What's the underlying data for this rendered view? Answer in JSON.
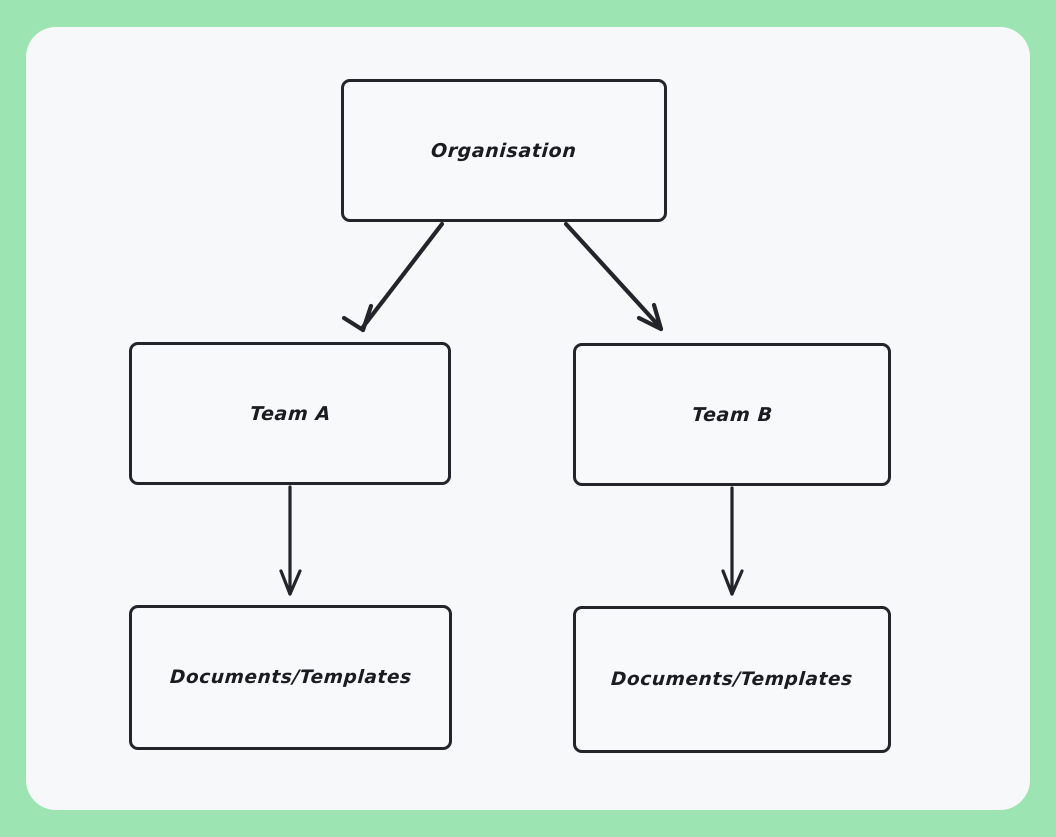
{
  "page": {
    "title": "Organisation structure diagram",
    "background_color": "#9ce5b2",
    "canvas_color": "#f7f8fa",
    "stroke_color": "#23252a",
    "text_color": "#1b1c1f"
  },
  "diagram": {
    "type": "flowchart",
    "orientation": "top-down",
    "nodes": [
      {
        "id": "org",
        "label": "Organisation",
        "level": 0
      },
      {
        "id": "teama",
        "label": "Team A",
        "level": 1
      },
      {
        "id": "teamb",
        "label": "Team B",
        "level": 1
      },
      {
        "id": "doca",
        "label": "Documents/Templates",
        "level": 2
      },
      {
        "id": "docb",
        "label": "Documents/Templates",
        "level": 2
      }
    ],
    "edges": [
      {
        "from": "org",
        "to": "teama",
        "style": "arrow",
        "direction": "diagonal-left"
      },
      {
        "from": "org",
        "to": "teamb",
        "style": "arrow",
        "direction": "diagonal-right"
      },
      {
        "from": "teama",
        "to": "doca",
        "style": "arrow",
        "direction": "vertical"
      },
      {
        "from": "teamb",
        "to": "docb",
        "style": "arrow",
        "direction": "vertical"
      }
    ]
  }
}
